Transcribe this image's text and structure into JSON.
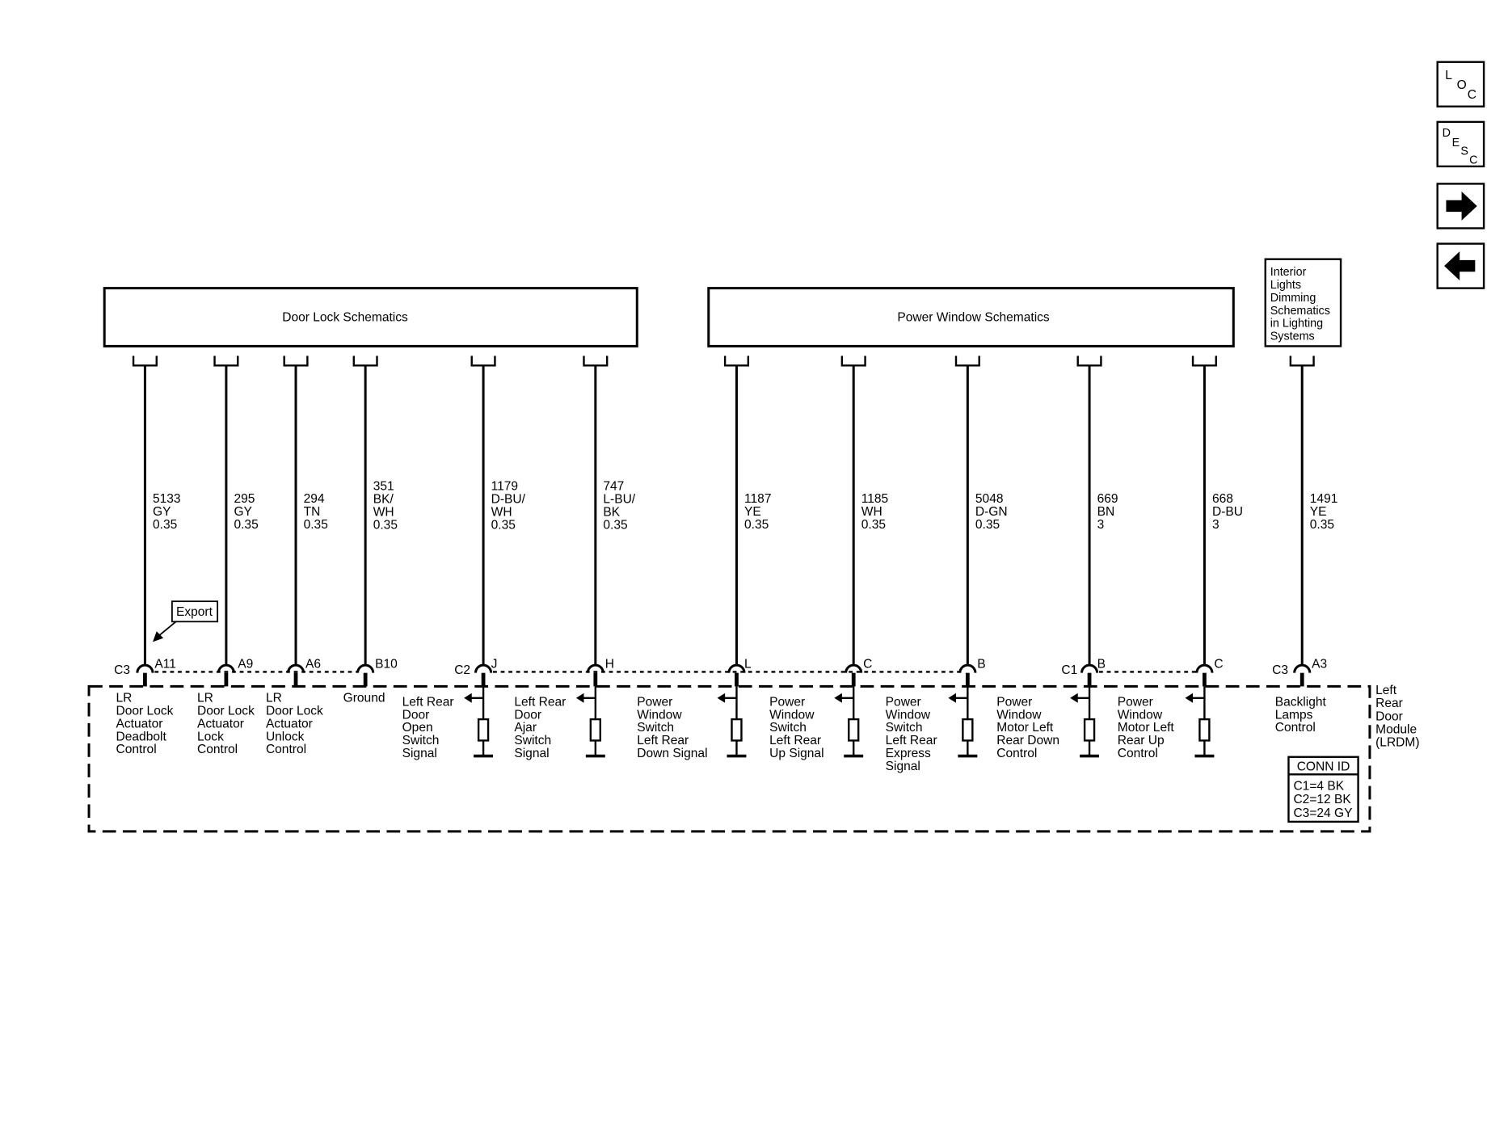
{
  "nav": {
    "loc": [
      "L",
      "O",
      "C"
    ],
    "desc": [
      "D",
      "E",
      "S",
      "C"
    ],
    "forward_glyph": "➔",
    "back_glyph": "←"
  },
  "blocks": {
    "door_lock": "Door Lock Schematics",
    "power_window": "Power Window Schematics",
    "interior_lights": [
      "Interior",
      "Lights",
      "Dimming",
      "Schematics",
      "in Lighting",
      "Systems"
    ]
  },
  "export_label": "Export",
  "module_name": [
    "Left",
    "Rear",
    "Door",
    "Module",
    "(LRDM)"
  ],
  "conn_id": {
    "title": "CONN ID",
    "rows": [
      "C1=4 BK",
      "C2=12 BK",
      "C3=24 GY"
    ]
  },
  "wires": [
    {
      "circuit": [
        "5133",
        "GY",
        "0.35"
      ],
      "conn": "C3",
      "pin": "A11",
      "function": [
        "LR",
        "Door Lock",
        "Actuator",
        "Deadbolt",
        "Control"
      ],
      "pulldown": false
    },
    {
      "circuit": [
        "295",
        "GY",
        "0.35"
      ],
      "conn": "",
      "pin": "A9",
      "function": [
        "LR",
        "Door Lock",
        "Actuator",
        "Lock",
        "Control"
      ],
      "pulldown": false
    },
    {
      "circuit": [
        "294",
        "TN",
        "0.35"
      ],
      "conn": "",
      "pin": "A6",
      "function": [
        "LR",
        "Door Lock",
        "Actuator",
        "Unlock",
        "Control"
      ],
      "pulldown": false
    },
    {
      "circuit": [
        "351",
        "BK/",
        "WH",
        "0.35"
      ],
      "conn": "",
      "pin": "B10",
      "function": [
        "Ground"
      ],
      "pulldown": false
    },
    {
      "circuit": [
        "1179",
        "D-BU/",
        "WH",
        "0.35"
      ],
      "conn": "C2",
      "pin": "J",
      "function": [
        "Left Rear",
        "Door",
        "Open",
        "Switch",
        "Signal"
      ],
      "pulldown": true
    },
    {
      "circuit": [
        "747",
        "L-BU/",
        "BK",
        "0.35"
      ],
      "conn": "",
      "pin": "H",
      "function": [
        "Left Rear",
        "Door",
        "Ajar",
        "Switch",
        "Signal"
      ],
      "pulldown": true
    },
    {
      "circuit": [
        "1187",
        "YE",
        "0.35"
      ],
      "conn": "",
      "pin": "L",
      "function": [
        "Power",
        "Window",
        "Switch",
        "Left Rear",
        "Down Signal"
      ],
      "pulldown": true
    },
    {
      "circuit": [
        "1185",
        "WH",
        "0.35"
      ],
      "conn": "",
      "pin": "C",
      "function": [
        "Power",
        "Window",
        "Switch",
        "Left Rear",
        "Up Signal"
      ],
      "pulldown": true
    },
    {
      "circuit": [
        "5048",
        "D-GN",
        "0.35"
      ],
      "conn": "",
      "pin": "B",
      "function": [
        "Power",
        "Window",
        "Switch",
        "Left Rear",
        "Express",
        "Signal"
      ],
      "pulldown": true
    },
    {
      "circuit": [
        "669",
        "BN",
        "3"
      ],
      "conn": "C1",
      "pin": "B",
      "function": [
        "Power",
        "Window",
        "Motor Left",
        "Rear Down",
        "Control"
      ],
      "pulldown": true
    },
    {
      "circuit": [
        "668",
        "D-BU",
        "3"
      ],
      "conn": "",
      "pin": "C",
      "function": [
        "Power",
        "Window",
        "Motor Left",
        "Rear Up",
        "Control"
      ],
      "pulldown": true
    },
    {
      "circuit": [
        "1491",
        "YE",
        "0.35"
      ],
      "conn": "C3",
      "pin": "A3",
      "function": [
        "Backlight",
        "Lamps",
        "Control"
      ],
      "pulldown": false
    }
  ]
}
